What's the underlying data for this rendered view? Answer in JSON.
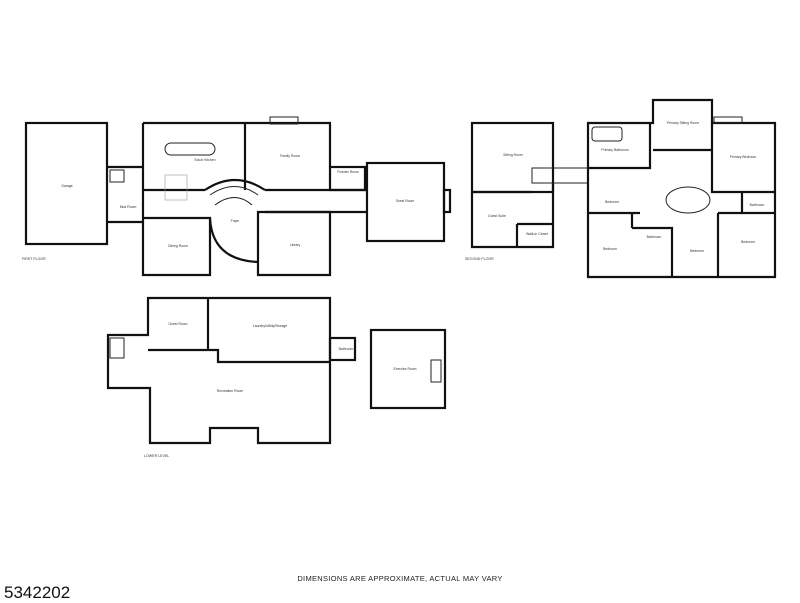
{
  "first_floor": {
    "label": "FIRST FLOOR",
    "rooms": [
      "Garage",
      "Mud Room",
      "Eat-in Kitchen",
      "Family Room",
      "Powder Room",
      "Great Room",
      "Dining Room",
      "Foyer",
      "Library"
    ]
  },
  "second_floor": {
    "label": "SECOND FLOOR",
    "rooms": [
      "Sitting Room",
      "Guest Suite",
      "Walk-in Closet",
      "Primary Sitting Room",
      "Primary Bathroom",
      "Primary Bedroom",
      "Bedroom",
      "Bedroom",
      "Bathroom",
      "Bedroom",
      "Bedroom",
      "Bathroom"
    ]
  },
  "lower_level": {
    "label": "LOWER LEVEL",
    "rooms": [
      "Guest Room",
      "Laundry/Utility/Storage",
      "Recreation Room",
      "Bathroom",
      "Exercise Room"
    ]
  },
  "footer": {
    "disclaimer": "DIMENSIONS ARE APPROXIMATE, ACTUAL MAY VARY",
    "listing_id": "5342202"
  }
}
